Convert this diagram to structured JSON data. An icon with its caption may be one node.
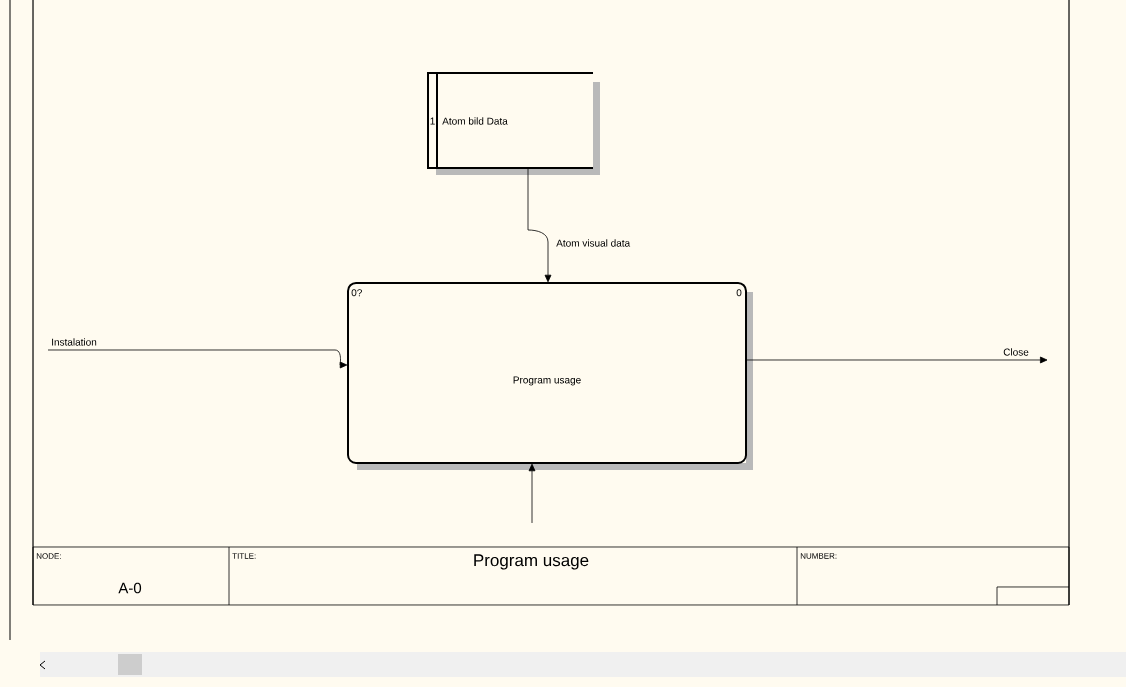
{
  "diagram": {
    "nodes": [
      {
        "text": [
          "1",
          "Atom bild Data"
        ]
      },
      {
        "text": [
          "0?",
          "0",
          "Program usage"
        ]
      }
    ],
    "edges": [
      {
        "from": 0,
        "to": 1,
        "arrow": "to",
        "label": "Atom visual data"
      },
      {
        "from": null,
        "to": 1,
        "arrow": "to",
        "label": "Instalation"
      },
      {
        "from": 1,
        "to": null,
        "arrow": "to",
        "label": "Close"
      },
      {
        "from": null,
        "to": 1,
        "arrow": "to"
      }
    ],
    "labels": [
      "NODE:",
      "A-0",
      "TITLE:",
      "Program usage",
      "NUMBER:"
    ]
  }
}
